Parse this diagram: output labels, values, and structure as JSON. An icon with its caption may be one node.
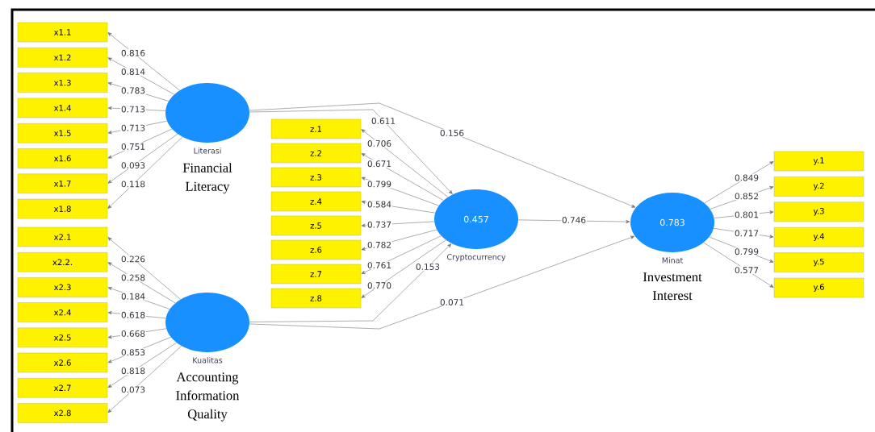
{
  "diagram": {
    "nodes": [
      {
        "text": [
          "x1.1"
        ]
      },
      {
        "text": [
          "x1.2"
        ]
      },
      {
        "text": [
          "x1.3"
        ]
      },
      {
        "text": [
          "x1.4"
        ]
      },
      {
        "text": [
          "x1.5"
        ]
      },
      {
        "text": [
          "x1.6"
        ]
      },
      {
        "text": [
          "x1.7"
        ]
      },
      {
        "text": [
          "x1.8"
        ]
      },
      {
        "text": [
          "x2.1"
        ]
      },
      {
        "text": [
          "x2.2."
        ]
      },
      {
        "text": [
          "x2.3"
        ]
      },
      {
        "text": [
          "x2.4"
        ]
      },
      {
        "text": [
          "x2.5"
        ]
      },
      {
        "text": [
          "x2.6"
        ]
      },
      {
        "text": [
          "x2.7"
        ]
      },
      {
        "text": [
          "x2.8"
        ]
      },
      {
        "text": [
          "Literasi"
        ],
        "beside": [
          "Financial Literacy"
        ]
      },
      {
        "text": [
          "Kualitas"
        ],
        "beside": [
          "Accounting Information Quality"
        ]
      },
      {
        "text": [
          "z.1"
        ]
      },
      {
        "text": [
          "z.2"
        ]
      },
      {
        "text": [
          "z.3"
        ]
      },
      {
        "text": [
          "z.4"
        ]
      },
      {
        "text": [
          "z.5"
        ]
      },
      {
        "text": [
          "z.6"
        ]
      },
      {
        "text": [
          "z.7"
        ]
      },
      {
        "text": [
          "z.8"
        ]
      },
      {
        "text": [
          "0.457",
          "Cryptocurrency"
        ]
      },
      {
        "text": [
          "0.783",
          "Minat"
        ],
        "beside": [
          "Investment Interest"
        ]
      },
      {
        "text": [
          "y.1"
        ]
      },
      {
        "text": [
          "y.2"
        ]
      },
      {
        "text": [
          "y.3"
        ]
      },
      {
        "text": [
          "y.4"
        ]
      },
      {
        "text": [
          "y.5"
        ]
      },
      {
        "text": [
          "y.6"
        ]
      }
    ],
    "edges": [
      {
        "from": 16,
        "to": 0,
        "arrow": "to",
        "label": "0.816"
      },
      {
        "from": 16,
        "to": 1,
        "arrow": "to",
        "label": "0.814"
      },
      {
        "from": 16,
        "to": 2,
        "arrow": "to",
        "label": "0.783"
      },
      {
        "from": 16,
        "to": 3,
        "arrow": "to",
        "label": "0.713"
      },
      {
        "from": 16,
        "to": 4,
        "arrow": "to",
        "label": "0.713"
      },
      {
        "from": 16,
        "to": 5,
        "arrow": "to",
        "label": "0.751"
      },
      {
        "from": 16,
        "to": 6,
        "arrow": "to",
        "label": "0.093"
      },
      {
        "from": 16,
        "to": 7,
        "arrow": "to",
        "label": "0.118"
      },
      {
        "from": 17,
        "to": 8,
        "arrow": "to",
        "label": "0.226"
      },
      {
        "from": 17,
        "to": 9,
        "arrow": "to",
        "label": "0.258"
      },
      {
        "from": 17,
        "to": 10,
        "arrow": "to",
        "label": "0.184"
      },
      {
        "from": 17,
        "to": 11,
        "arrow": "to",
        "label": "0.618"
      },
      {
        "from": 17,
        "to": 12,
        "arrow": "to",
        "label": "0.668"
      },
      {
        "from": 17,
        "to": 13,
        "arrow": "to",
        "label": "0.853"
      },
      {
        "from": 17,
        "to": 14,
        "arrow": "to",
        "label": "0.818"
      },
      {
        "from": 17,
        "to": 15,
        "arrow": "to",
        "label": "0.073"
      },
      {
        "from": 16,
        "to": 26,
        "arrow": "to",
        "label": "0.611"
      },
      {
        "from": 17,
        "to": 26,
        "arrow": "to",
        "label": "0.153"
      },
      {
        "from": 26,
        "to": 18,
        "arrow": "to",
        "label": "0.706"
      },
      {
        "from": 26,
        "to": 19,
        "arrow": "to",
        "label": "0.671"
      },
      {
        "from": 26,
        "to": 20,
        "arrow": "to",
        "label": "0.799"
      },
      {
        "from": 26,
        "to": 21,
        "arrow": "to",
        "label": "0.584"
      },
      {
        "from": 26,
        "to": 22,
        "arrow": "to",
        "label": "0.737"
      },
      {
        "from": 26,
        "to": 23,
        "arrow": "to",
        "label": "0.782"
      },
      {
        "from": 26,
        "to": 24,
        "arrow": "to",
        "label": "0.761"
      },
      {
        "from": 26,
        "to": 25,
        "arrow": "to",
        "label": "0.770"
      },
      {
        "from": 16,
        "to": 27,
        "arrow": "to",
        "label": "0.156"
      },
      {
        "from": 26,
        "to": 27,
        "arrow": "to",
        "label": "0.746"
      },
      {
        "from": 17,
        "to": 27,
        "arrow": "to",
        "label": "0.071"
      },
      {
        "from": 27,
        "to": 28,
        "arrow": "to",
        "label": "0.849"
      },
      {
        "from": 27,
        "to": 29,
        "arrow": "to",
        "label": "0.852"
      },
      {
        "from": 27,
        "to": 30,
        "arrow": "to",
        "label": "0.801"
      },
      {
        "from": 27,
        "to": 31,
        "arrow": "to",
        "label": "0.717"
      },
      {
        "from": 27,
        "to": 32,
        "arrow": "to",
        "label": "0.799"
      },
      {
        "from": 27,
        "to": 33,
        "arrow": "to",
        "label": "0.577"
      }
    ]
  }
}
